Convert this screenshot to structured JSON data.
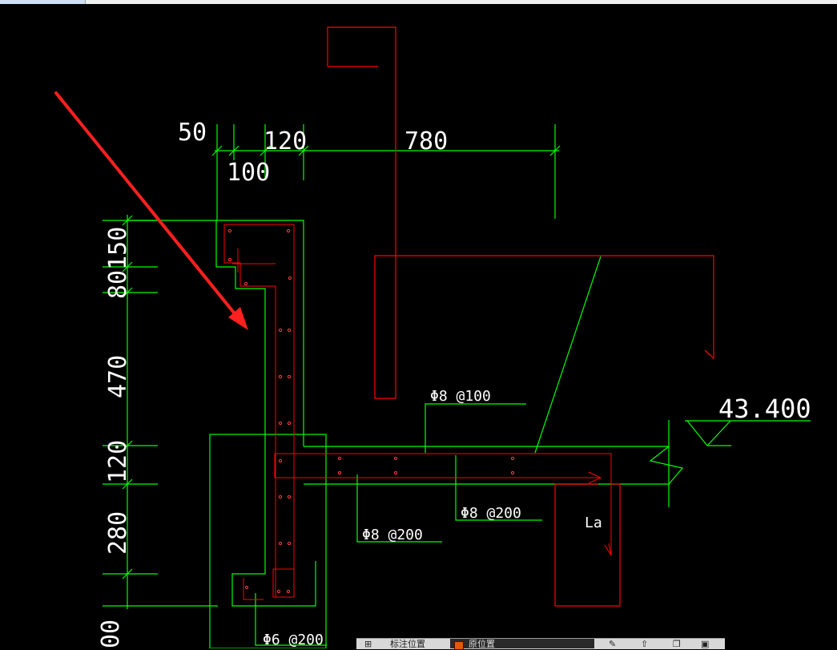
{
  "dimensions": {
    "top": [
      "50",
      "100",
      "120",
      "780"
    ],
    "left": [
      "80150",
      "470",
      "120",
      "280",
      "00"
    ]
  },
  "elevation": "43.400",
  "rebar_notes": {
    "beam_top": "Φ8 @100",
    "beam_bottom_mid": "Φ8 @200",
    "beam_bottom_right": "Φ8 @200",
    "wall": "Φ6 @200"
  },
  "anchor_label": "La",
  "colors": {
    "outline": "#00ff00",
    "rebar": "#ff0000",
    "arrow": "#ff2020",
    "text": "#ffffff"
  },
  "statusbar": {
    "item1": "标注位置",
    "item2": "原位置"
  }
}
